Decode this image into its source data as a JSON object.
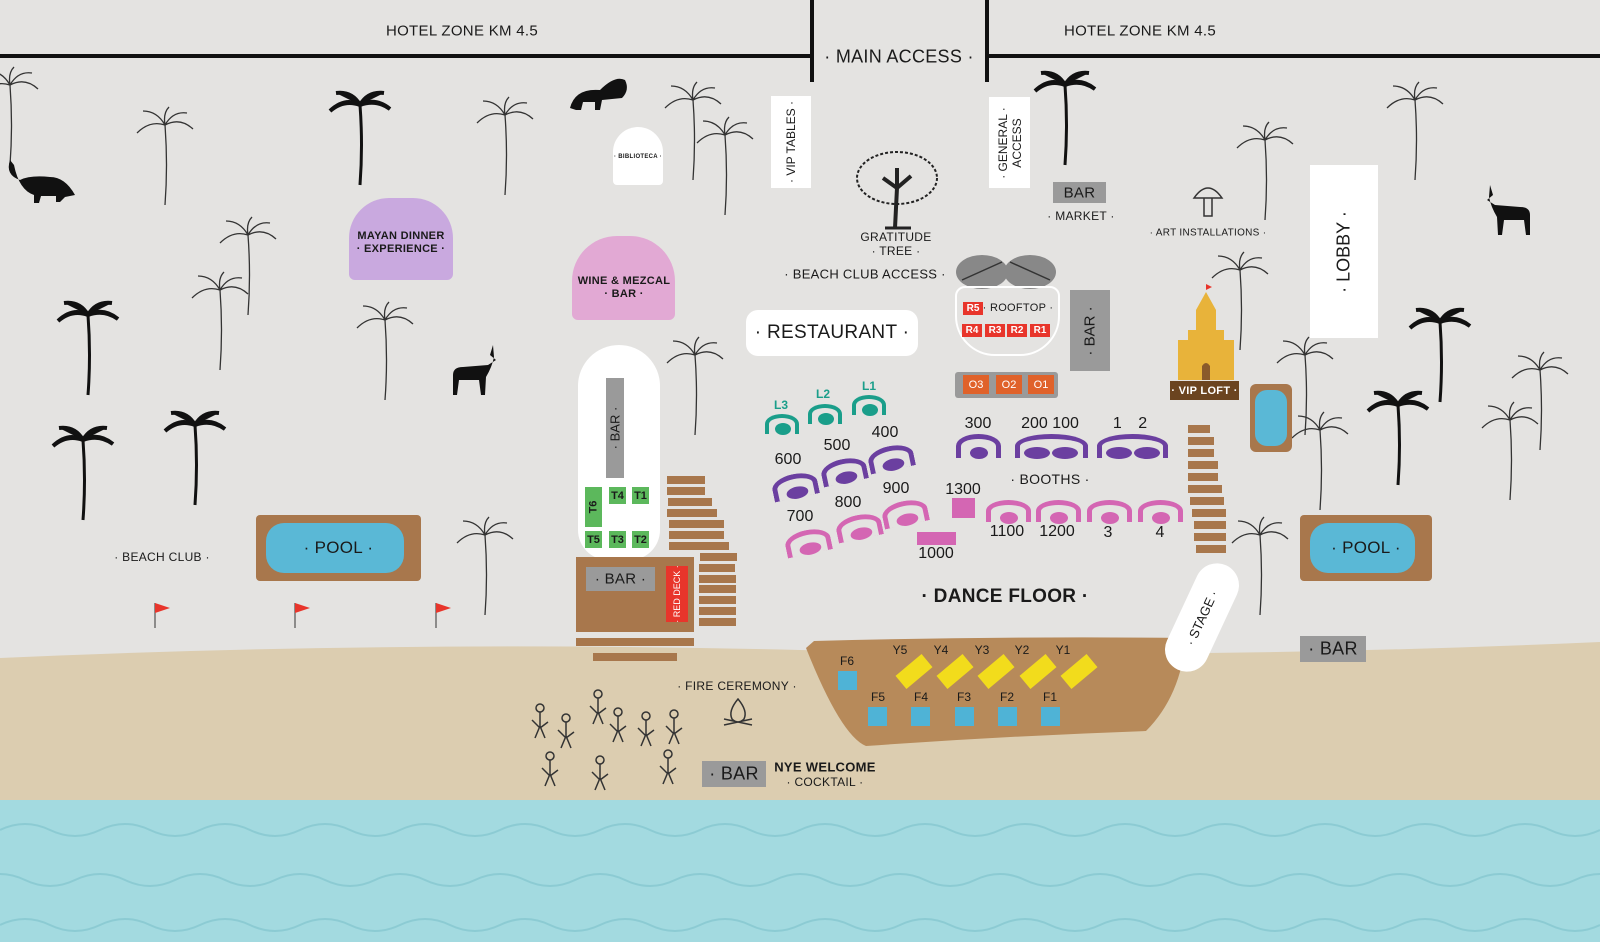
{
  "top": {
    "hotel_zone_left": "HOTEL ZONE KM 4.5",
    "hotel_zone_right": "HOTEL ZONE KM 4.5",
    "main_access": "· MAIN ACCESS ·"
  },
  "labels": {
    "vip_tables": "· VIP TABLES ·",
    "general_access": "· GENERAL · ACCESS",
    "bar_market": "BAR",
    "market": "· MARKET ·",
    "gratitude_tree": "GRATITUDE",
    "gratitude_tree_2": "· TREE ·",
    "beach_club_access": "· BEACH CLUB ACCESS ·",
    "restaurant": "· RESTAURANT ·",
    "rooftop": "· ROOFTOP ·",
    "bar_rooftop": "· BAR ·",
    "art_installations": "· ART INSTALLATIONS ·",
    "lobby": "· LOBBY ·",
    "vip_loft": "· VIP LOFT ·",
    "biblioteca": "· BIBLIOTECA ·",
    "mayan_dinner": "MAYAN DINNER",
    "mayan_dinner_2": "· EXPERIENCE ·",
    "wine_mezcal": "WINE & MEZCAL",
    "wine_mezcal_2": "· BAR ·",
    "pool_left": "· POOL ·",
    "pool_right": "· POOL ·",
    "beach_club": "· BEACH CLUB ·",
    "bar_island": "· BAR ·",
    "bar_deck": "· BAR ·",
    "red_deck": "· RED DECK ·",
    "booths": "· BOOTHS ·",
    "dance_floor": "· DANCE FLOOR ·",
    "stage": "· STAGE ·",
    "bar_right": "· BAR",
    "fire_ceremony": "· FIRE CEREMONY ·",
    "bar_beach": "· BAR",
    "nye_welcome": "NYE WELCOME",
    "cocktail": "· COCKTAIL ·"
  },
  "rooftop_tables": [
    "R5",
    "R4",
    "R3",
    "R2",
    "R1"
  ],
  "o_tables": [
    "O3",
    "O2",
    "O1"
  ],
  "lounges": [
    "L3",
    "L2",
    "L1"
  ],
  "island_tables": [
    "T6",
    "T4",
    "T1",
    "T5",
    "T3",
    "T2"
  ],
  "booths_purple": [
    "600",
    "500",
    "400",
    "300",
    "200 100",
    "1 2"
  ],
  "booths_pink": [
    "700",
    "800",
    "900",
    "1300",
    "1000",
    "1100",
    "1200",
    "3",
    "4"
  ],
  "stage_y": [
    "Y5",
    "Y4",
    "Y3",
    "Y2",
    "Y1"
  ],
  "stage_f": [
    "F6",
    "F5",
    "F4",
    "F3",
    "F2",
    "F1"
  ],
  "colors": {
    "background": "#e4e3e1",
    "sand": "#dccdb0",
    "sea": "#a3dae0",
    "deck": "#b78a5a",
    "purple": "#6b3fa0",
    "pink": "#d466b3",
    "teal": "#1a9e8a",
    "red": "#e8352b",
    "orange": "#e0622a",
    "green": "#5cb85c"
  }
}
